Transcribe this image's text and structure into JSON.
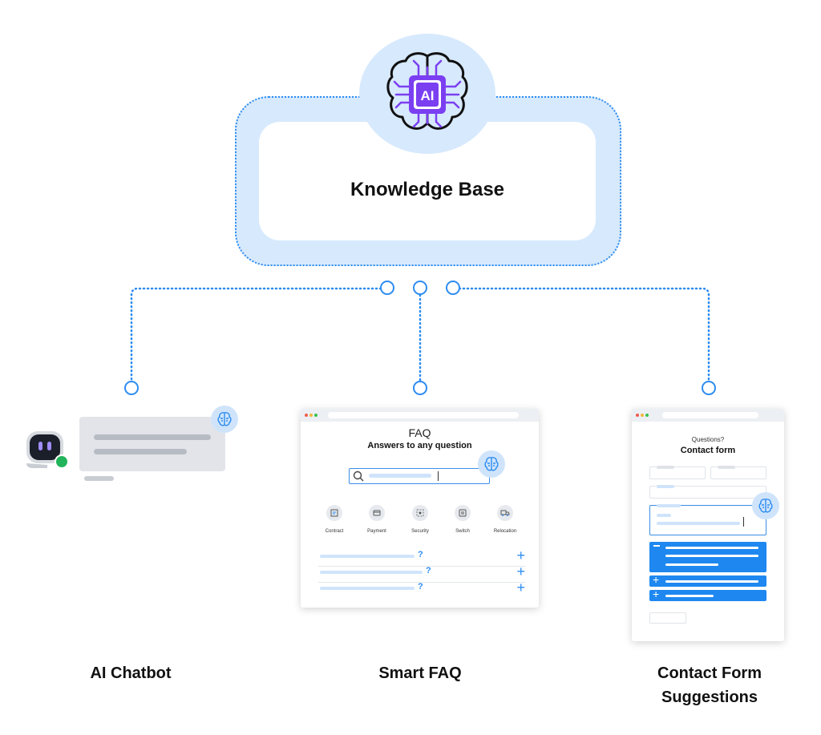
{
  "knowledge_base": {
    "title": "Knowledge Base",
    "brain_label": "AI"
  },
  "faq": {
    "heading": "FAQ",
    "subheading": "Answers to any question",
    "categories": [
      "Contract",
      "Payment",
      "Security",
      "Switch",
      "Relocation"
    ],
    "question_mark": "?"
  },
  "contact_form": {
    "small_title": "Questions?",
    "title": "Contact form"
  },
  "captions": {
    "chatbot": "AI Chatbot",
    "smart_faq": "Smart FAQ",
    "contact_line1": "Contact Form",
    "contact_line2": "Suggestions"
  },
  "colors": {
    "accent": "#2d8cf0",
    "light_blue": "#d7e9fd",
    "brain_purple": "#7b3ff2",
    "online_green": "#22b45a"
  }
}
